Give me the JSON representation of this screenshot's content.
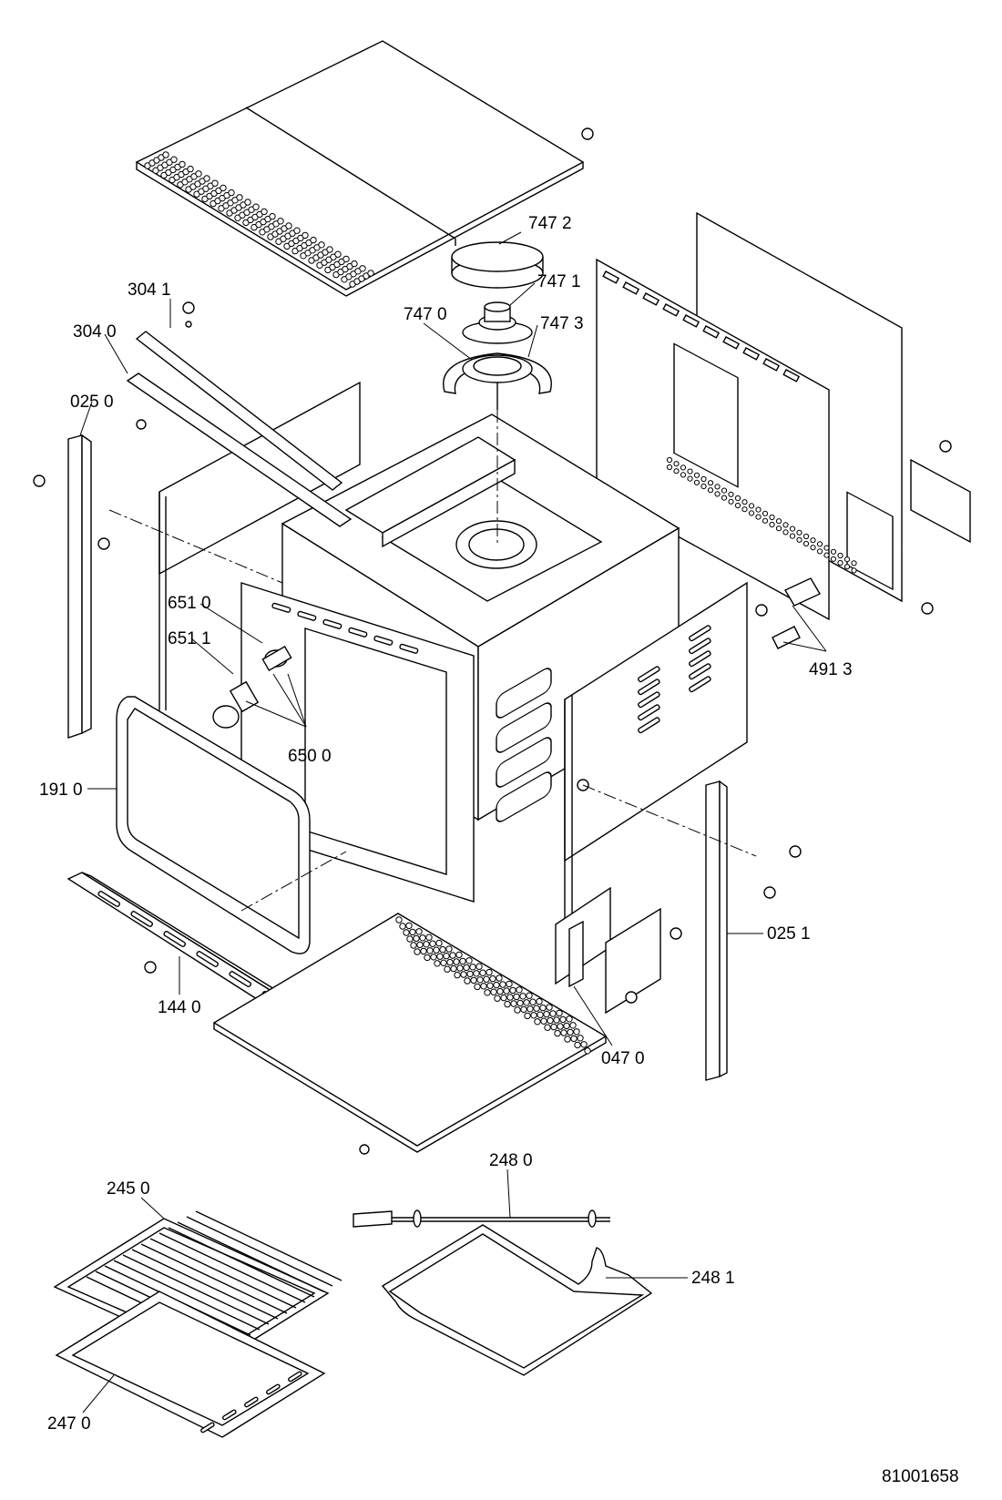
{
  "diagram": {
    "part_labels": [
      "304 1",
      "304 0",
      "025 0",
      "747 2",
      "747 1",
      "747 0",
      "747 3",
      "651 0",
      "651 1",
      "650 0",
      "191 0",
      "491 3",
      "025 1",
      "144 0",
      "047 0",
      "248 0",
      "245 0",
      "248 1",
      "247 0"
    ],
    "reference": "81001658"
  }
}
